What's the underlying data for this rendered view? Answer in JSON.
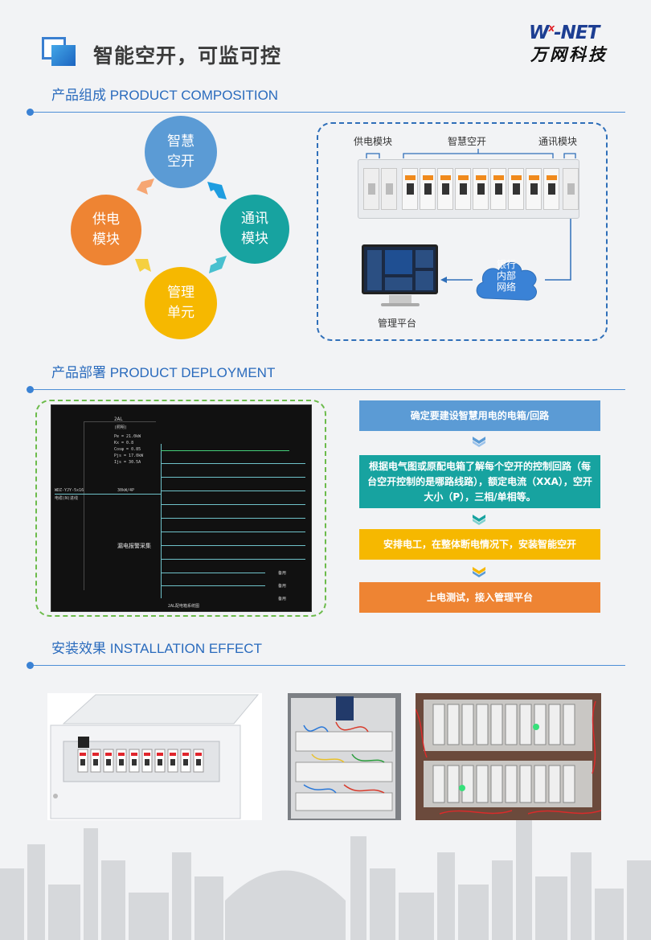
{
  "header": {
    "title": "智能空开，可监可控",
    "logo_en_1": "W",
    "logo_en_x": "x",
    "logo_en_2": "-NET",
    "logo_cn": "万网科技"
  },
  "sections": {
    "composition": "产品组成 PRODUCT COMPOSITION",
    "deployment": "产品部署 PRODUCT DEPLOYMENT",
    "installation": "安装效果 INSTALLATION EFFECT"
  },
  "cycle": {
    "smart_breaker": [
      "智慧",
      "空开"
    ],
    "comm_module": [
      "通讯",
      "模块"
    ],
    "mgmt_unit": [
      "管理",
      "单元"
    ],
    "power_module": [
      "供电",
      "模块"
    ]
  },
  "composition_diagram": {
    "label_power": "供电模块",
    "label_breaker": "智慧空开",
    "label_comm": "通讯模块",
    "network": [
      "银行",
      "内部",
      "网络"
    ],
    "platform": "管理平台"
  },
  "steps": [
    {
      "text": "确定要建设智慧用电的电箱/回路",
      "color": "#5b9bd5"
    },
    {
      "text": "根据电气图或原配电箱了解每个空开的控制回路（每台空开控制的是哪路线路），额定电流（XXA），空开大小（P），三相/单相等。",
      "color": "#17a3a0"
    },
    {
      "text": "安排电工，在整体断电情况下，安装智能空开",
      "color": "#f6b800"
    },
    {
      "text": "上电测试，接入管理平台",
      "color": "#ee8433"
    }
  ],
  "schematic": {
    "box_title": "2AL",
    "box_sub": "(照明)",
    "params": [
      "Pe = 21.0kW",
      "Kx = 0.8",
      "Cosφ = 0.85",
      "Pjs = 17.0kW",
      "Ijs = 30.5A"
    ],
    "main_in": "WDZ-YJY-5x16",
    "main_in_2": "电缆(N)进线",
    "main_switch": "30kW/4P",
    "alarm": "漏电报警采集",
    "footer": "2AL配电箱系统图",
    "spare": "备用"
  },
  "colors": {
    "accent": "#2a6bbd",
    "circle_blue": "#5b9bd5",
    "circle_teal": "#17a3a0",
    "circle_yellow": "#f6b800",
    "circle_orange": "#ee8433"
  }
}
